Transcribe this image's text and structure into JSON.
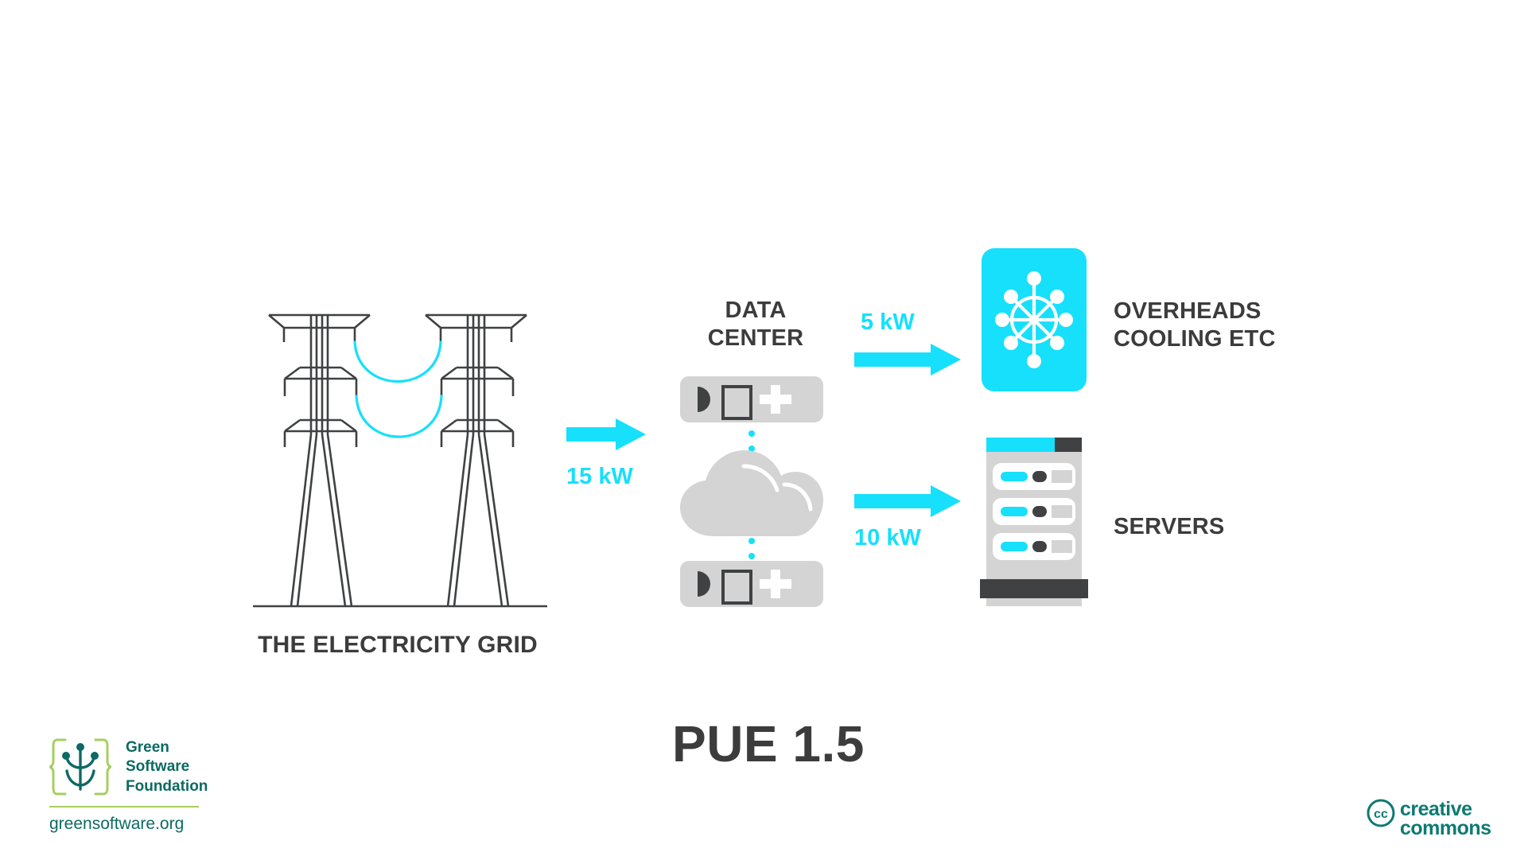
{
  "meta": {
    "diagram_title": "PUE 1.5",
    "background_color": "#ffffff",
    "accent_cyan": "#16e0fb",
    "text_dark": "#3c3c3c",
    "gray_icon": "#d4d4d4",
    "dark_icon": "#3f4142",
    "brand_teal": "#0d6a63",
    "brand_green": "#a6ce62"
  },
  "grid": {
    "caption": "THE ELECTRICITY GRID",
    "icon_name": "electricity-pylons-icon",
    "tower_count": 2,
    "crossarm_levels": 3,
    "power_line_color": "#16e0fb",
    "power_line_count": 2
  },
  "datacenter": {
    "caption_line1": "DATA",
    "caption_line2": "CENTER",
    "icon_name": "data-center-cloud-icon",
    "server_bars": 2,
    "cloud_label": "cloud",
    "connector_dots_per_gap": 2
  },
  "overheads": {
    "caption_line1": "OVERHEADS",
    "caption_line2": "COOLING ETC",
    "icon_name": "network-hub-icon",
    "card_color": "#16e0fb",
    "spoke_count": 8
  },
  "servers": {
    "caption": "SERVERS",
    "icon_name": "server-rack-icon",
    "slot_count": 3
  },
  "flows": [
    {
      "id": "grid-to-datacenter",
      "label": "15 kW",
      "value": 15,
      "unit": "kW",
      "label_position": "below",
      "from": "THE ELECTRICITY GRID",
      "to": "DATA CENTER"
    },
    {
      "id": "datacenter-to-overheads",
      "label": "5 kW",
      "value": 5,
      "unit": "kW",
      "label_position": "above",
      "from": "DATA CENTER",
      "to": "OVERHEADS COOLING ETC"
    },
    {
      "id": "datacenter-to-servers",
      "label": "10 kW",
      "value": 10,
      "unit": "kW",
      "label_position": "below",
      "from": "DATA CENTER",
      "to": "SERVERS"
    }
  ],
  "footer": {
    "gsf_line1": "Green",
    "gsf_line2": "Software",
    "gsf_line3": "Foundation",
    "gsf_url": "greensoftware.org",
    "cc_line1": "creative",
    "cc_line2": "commons",
    "cc_mark": "cc"
  }
}
